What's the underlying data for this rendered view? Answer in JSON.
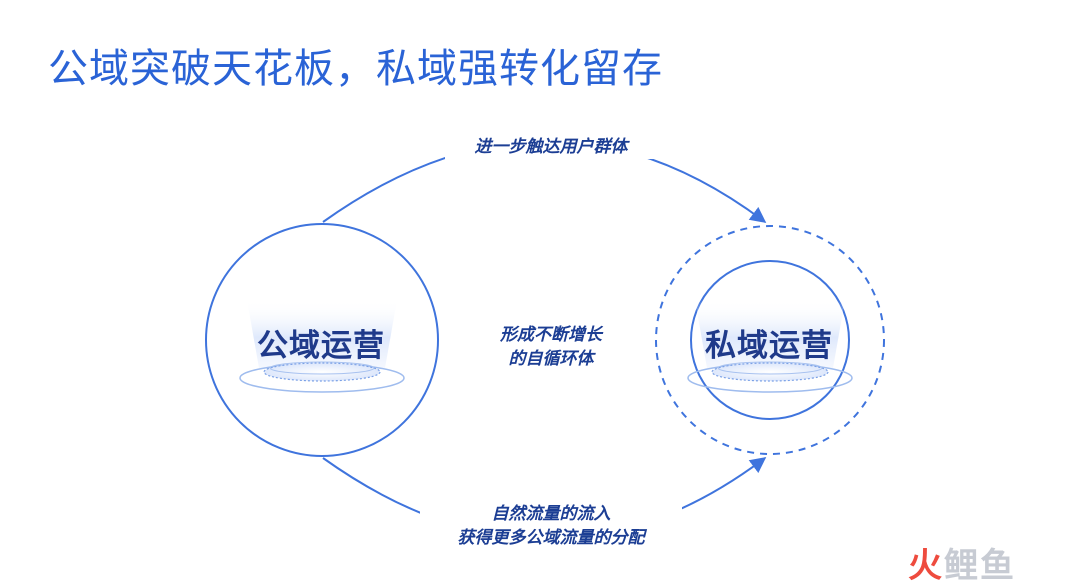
{
  "title": "公域突破天花板，私域强转化留存",
  "nodes": {
    "public": {
      "label": "公域运营"
    },
    "private": {
      "label": "私域运营"
    }
  },
  "arrows": {
    "top_label": "进一步触达用户群体",
    "bottom_label_line1": "自然流量的流入",
    "bottom_label_line2": "获得更多公域流量的分配"
  },
  "center": {
    "line1": "形成不断增长",
    "line2": "的自循环体"
  },
  "logo": {
    "first": "火",
    "rest": "鲤鱼"
  },
  "colors": {
    "title": "#2a63d6",
    "stroke": "#3f74dd",
    "text_dark": "#1c3e94",
    "node_text": "#1f3a8a",
    "glow": "#d6e2fa"
  }
}
